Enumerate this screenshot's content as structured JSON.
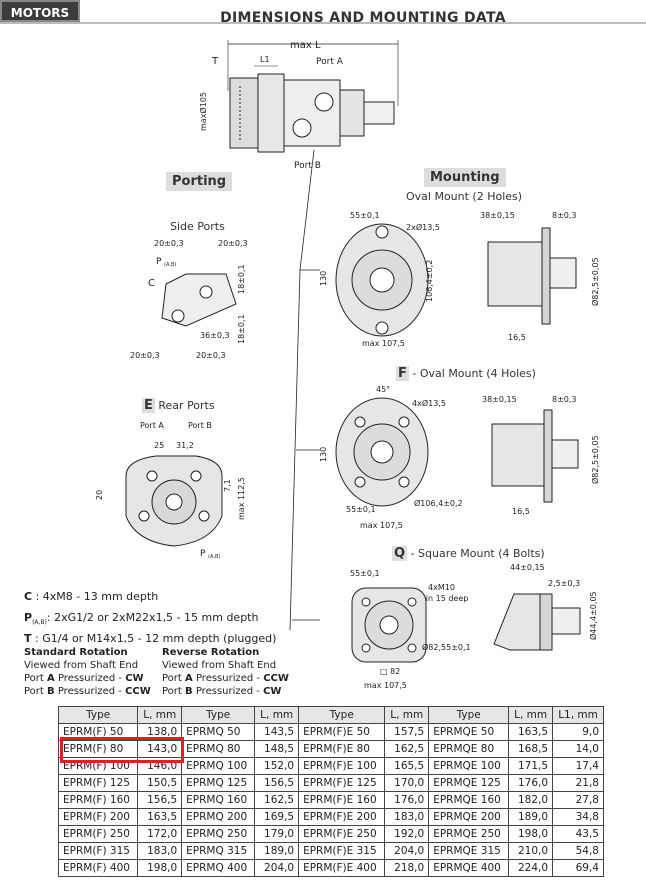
{
  "header": {
    "tab": "MOTORS",
    "title": "DIMENSIONS AND MOUNTING DATA"
  },
  "top_drawing": {
    "max_l": "max L",
    "l1": "L1",
    "t": "T",
    "port_a": "Port A",
    "port_b": "Port B",
    "max105": "maxØ105"
  },
  "porting": {
    "title": "Porting",
    "side_ports": "Side Ports",
    "dims": {
      "d1": "20±0,3",
      "d2": "20±0,3",
      "d3": "18±0,1",
      "d4": "18±0,1",
      "d5": "36±0,3",
      "d6": "20±0,3",
      "d7": "20±0,3",
      "p": "P",
      "p_sub": "(A,B)",
      "c": "C"
    }
  },
  "rear_ports": {
    "letter": "E",
    "title": "Rear Ports",
    "port_a": "Port A",
    "port_b": "Port B",
    "d25": "25",
    "d312": "31,2",
    "d20": "20",
    "d71": "7,1",
    "max1125": "max 112,5",
    "p": "P",
    "p_sub": "(A,B)"
  },
  "mounting": {
    "title": "Mounting",
    "oval2": {
      "title": "Oval Mount (2 Holes)",
      "d55": "55±0,1",
      "holes": "2xØ13,5",
      "d130": "130",
      "d1064": "106,4±0,2",
      "max1075": "max 107,5",
      "d38": "38±0,15",
      "d8": "8±0,3",
      "d825": "Ø82,5±0,05",
      "d165": "16,5"
    },
    "oval4": {
      "letter": "F",
      "title": "- Oval Mount (4 Holes)",
      "angle": "45°",
      "holes": "4xØ13,5",
      "d130": "130",
      "d55": "55±0,1",
      "d1064": "Ø106,4±0,2",
      "max1075": "max 107,5",
      "d38": "38±0,15",
      "d8": "8±0,3",
      "d825": "Ø82,5±0,05",
      "d165": "16,5"
    },
    "square": {
      "letter": "Q",
      "title": "- Square Mount (4 Bolts)",
      "d55": "55±0,1",
      "bolts": "4xM10",
      "depth": "min 15 deep",
      "d8255": "Ø82,55±0,1",
      "sq82": "□ 82",
      "max1075": "max 107,5",
      "d44": "44±0,15",
      "d25": "2,5±0,3",
      "d444": "Ø44,4±0,05"
    }
  },
  "notes": [
    {
      "key": "C",
      "sub": "",
      "text": ": 4xM8 - 13 mm depth"
    },
    {
      "key": "P",
      "sub": "(A,B)",
      "text": ": 2xG1/2 or 2xM22x1,5 - 15 mm depth"
    },
    {
      "key": "T",
      "sub": "",
      "text": ": G1/4 or M14x1,5 - 12 mm depth (plugged)"
    }
  ],
  "rotation": {
    "standard": {
      "title": "Standard Rotation",
      "l1": "Viewed from Shaft End",
      "l2a": "Port ",
      "l2b": "A",
      "l2c": " Pressurized - ",
      "l2d": "CW",
      "l3a": "Port ",
      "l3b": "B",
      "l3c": " Pressurized - ",
      "l3d": "CCW"
    },
    "reverse": {
      "title": "Reverse Rotation",
      "l1": "Viewed from Shaft End",
      "l2a": "Port ",
      "l2b": "A",
      "l2c": " Pressurized - ",
      "l2d": "CCW",
      "l3a": "Port ",
      "l3b": "B",
      "l3c": " Pressurized - ",
      "l3d": "CW"
    }
  },
  "table": {
    "headers": [
      "Type",
      "L, mm",
      "Type",
      "L, mm",
      "Type",
      "L, mm",
      "Type",
      "L, mm",
      "L1, mm"
    ],
    "rows": [
      [
        "EPRM(F) 50",
        "138,0",
        "EPRMQ 50",
        "143,5",
        "EPRM(F)E 50",
        "157,5",
        "EPRMQE 50",
        "163,5",
        "9,0"
      ],
      [
        "EPRM(F) 80",
        "143,0",
        "EPRMQ 80",
        "148,5",
        "EPRM(F)E 80",
        "162,5",
        "EPRMQE 80",
        "168,5",
        "14,0"
      ],
      [
        "EPRM(F) 100",
        "146,0",
        "EPRMQ 100",
        "152,0",
        "EPRM(F)E 100",
        "165,5",
        "EPRMQE 100",
        "171,5",
        "17,4"
      ],
      [
        "EPRM(F) 125",
        "150,5",
        "EPRMQ 125",
        "156,5",
        "EPRM(F)E 125",
        "170,0",
        "EPRMQE 125",
        "176,0",
        "21,8"
      ],
      [
        "EPRM(F) 160",
        "156,5",
        "EPRMQ 160",
        "162,5",
        "EPRM(F)E 160",
        "176,0",
        "EPRMQE 160",
        "182,0",
        "27,8"
      ],
      [
        "EPRM(F) 200",
        "163,5",
        "EPRMQ 200",
        "169,5",
        "EPRM(F)E 200",
        "183,0",
        "EPRMQE 200",
        "189,0",
        "34,8"
      ],
      [
        "EPRM(F) 250",
        "172,0",
        "EPRMQ 250",
        "179,0",
        "EPRM(F)E 250",
        "192,0",
        "EPRMQE 250",
        "198,0",
        "43,5"
      ],
      [
        "EPRM(F) 315",
        "183,0",
        "EPRMQ 315",
        "189,0",
        "EPRM(F)E 315",
        "204,0",
        "EPRMQE 315",
        "210,0",
        "54,8"
      ],
      [
        "EPRM(F) 400",
        "198,0",
        "EPRMQ 400",
        "204,0",
        "EPRM(F)E 400",
        "218,0",
        "EPRMQE 400",
        "224,0",
        "69,4"
      ]
    ]
  },
  "colors": {
    "highlight": "#e02020",
    "header_bg": "#e6e6e6",
    "tab_bg": "#3c3c3c",
    "label_bg": "#dddddd"
  }
}
